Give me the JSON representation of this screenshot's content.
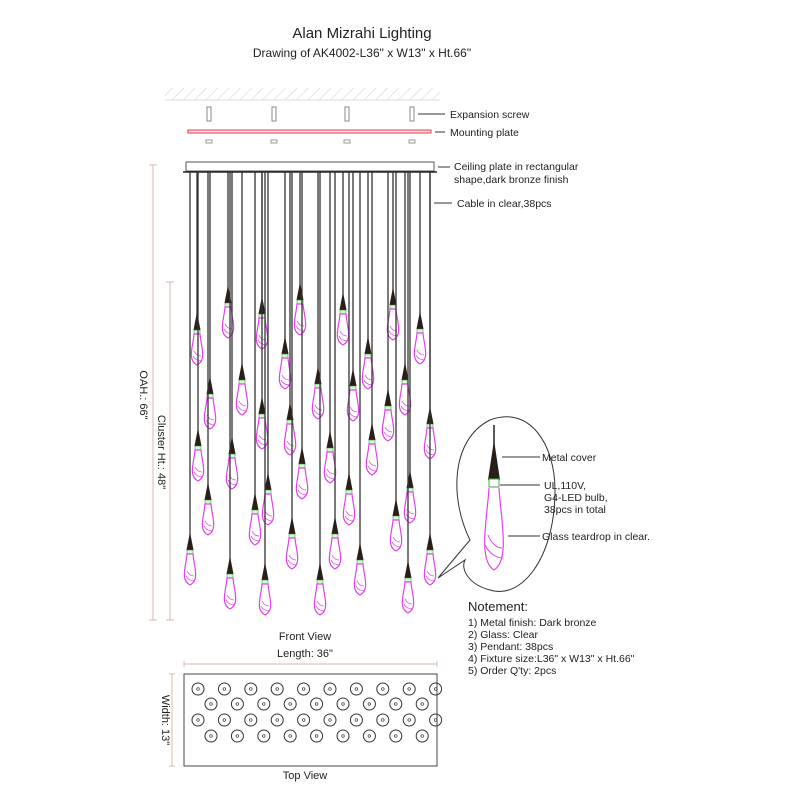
{
  "header": {
    "title": "Alan Mizrahi Lighting",
    "subtitle": "Drawing of AK4002-L36\" x W13\" x Ht.66\""
  },
  "callouts": {
    "expansion_screw": "Expansion screw",
    "mounting_plate": "Mounting plate",
    "ceiling_plate_1": "Ceiling plate in rectangular",
    "ceiling_plate_2": "shape,dark bronze finish",
    "cable": "Cable in clear,38pcs"
  },
  "detail": {
    "metal_cover": "Metal cover",
    "bulb_1": "UL,110V,",
    "bulb_2": "G4-LED bulb,",
    "bulb_3": "38pcs in total",
    "glass": "Glass teardrop in clear."
  },
  "dimensions": {
    "oah": "OAH.: 66\"",
    "cluster": "Cluster Ht.: 48\"",
    "length": "Length: 36\"",
    "width": "Width: 13\""
  },
  "views": {
    "front": "Front View",
    "top": "Top View"
  },
  "notes": {
    "heading": "Notement:",
    "items": [
      "1) Metal finish: Dark bronze",
      "2) Glass: Clear",
      "3) Pendant: 38pcs",
      "4) Fixture size:L36\" x W13\" x Ht.66\"",
      "5) Order Q'ty: 2pcs"
    ]
  },
  "colors": {
    "glass": "#e040e8",
    "mounting_plate": "#e04040",
    "metal": "#2a1e18",
    "dimension": "#d8b8b0"
  }
}
